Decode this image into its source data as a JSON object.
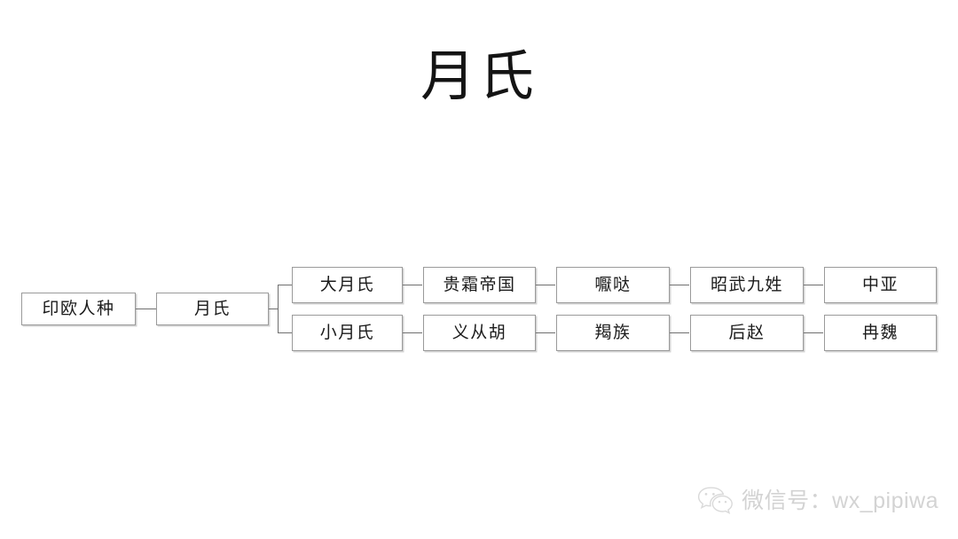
{
  "title": "月氏",
  "diagram": {
    "type": "flowchart",
    "orientation": "left-to-right",
    "root": {
      "id": "root",
      "label": "印欧人种"
    },
    "stem": {
      "id": "stem",
      "label": "月氏"
    },
    "branches": [
      {
        "name": "upper-branch",
        "nodes": [
          {
            "id": "da-yuezhi",
            "label": "大月氏"
          },
          {
            "id": "kushan",
            "label": "贵霜帝国"
          },
          {
            "id": "hephthalite",
            "label": "嚈哒"
          },
          {
            "id": "zhaowu",
            "label": "昭武九姓"
          },
          {
            "id": "central-asia",
            "label": "中亚"
          }
        ]
      },
      {
        "name": "lower-branch",
        "nodes": [
          {
            "id": "xiao-yuezhi",
            "label": "小月氏"
          },
          {
            "id": "yicong-hu",
            "label": "义从胡"
          },
          {
            "id": "jie",
            "label": "羯族"
          },
          {
            "id": "later-zhao",
            "label": "后赵"
          },
          {
            "id": "ran-wei",
            "label": "冉魏"
          }
        ]
      }
    ]
  },
  "watermark": {
    "icon": "wechat-icon",
    "text": "微信号：wx_pipiwa"
  },
  "colors": {
    "background": "#ffffff",
    "box_border": "#9a9a9a",
    "connector": "#6f6f6f",
    "text": "#1b1b1b",
    "watermark": "#b9b9b9"
  }
}
